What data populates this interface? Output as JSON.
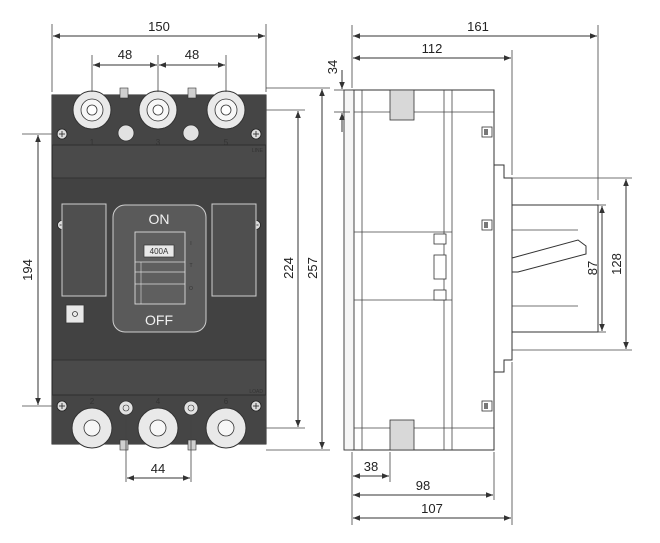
{
  "dimensions": {
    "front_width": "150",
    "front_pitch_left": "48",
    "front_pitch_right": "48",
    "front_bottom_pitch": "44",
    "front_mount_height": "194",
    "front_height_224": "224",
    "front_height_257": "257",
    "side_total_depth": "161",
    "side_depth_112": "112",
    "side_top_34": "34",
    "side_handle_87": "87",
    "side_handle_128": "128",
    "side_bottom_38": "38",
    "side_bottom_98": "98",
    "side_bottom_107": "107"
  },
  "front_labels": {
    "terminal_1": "1",
    "terminal_3": "3",
    "terminal_5": "5",
    "terminal_2": "2",
    "terminal_4": "4",
    "terminal_6": "6",
    "line": "LINE",
    "load": "LOAD",
    "on": "ON",
    "off": "OFF",
    "rating": "400A",
    "mark_i": "I",
    "mark_t": "T",
    "mark_o": "O"
  },
  "colors": {
    "body": "#4a4a4a",
    "body_dark": "#3b3b3b",
    "panel": "#5c5c5c",
    "terminal": "#e9e9e9",
    "line": "#333333"
  }
}
